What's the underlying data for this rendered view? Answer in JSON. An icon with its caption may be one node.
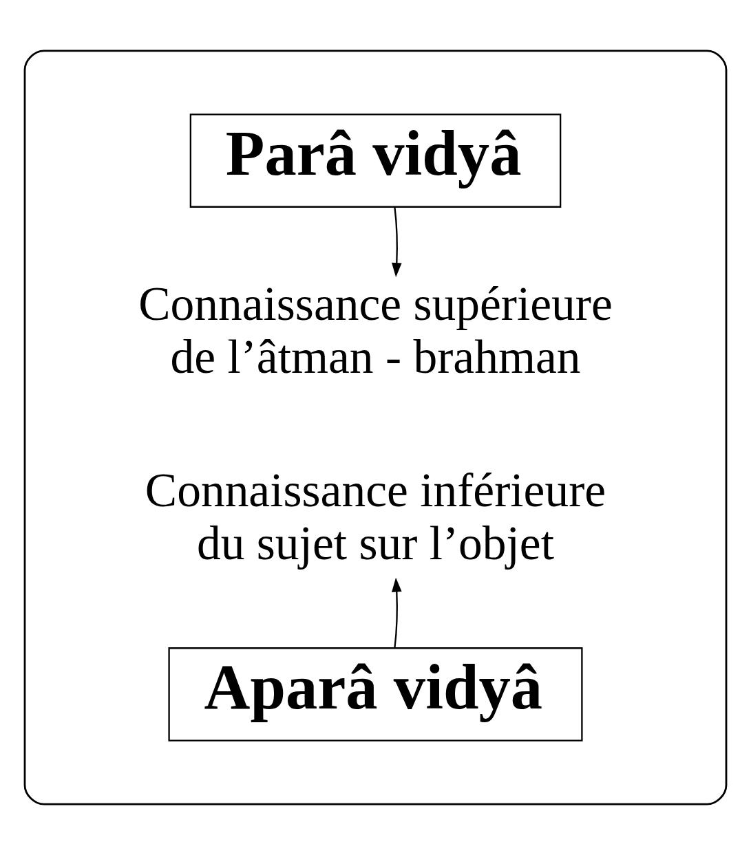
{
  "diagram": {
    "nodes": [
      {
        "text": [],
        "shape": "ellipse"
      },
      {
        "text": [
          "Parâ vidyâ"
        ],
        "in": 0
      },
      {
        "text": [
          "Connaissance supérieure de l’âtman - brahman"
        ],
        "in": 0
      },
      {
        "text": [
          "Connaissance inférieure du sujet sur l’objet"
        ],
        "in": 0
      },
      {
        "text": [
          "Aparâ vidyâ"
        ],
        "in": 0
      }
    ],
    "edges": [
      {
        "from": 1,
        "to": 2,
        "arrow": "to"
      },
      {
        "from": 4,
        "to": 3,
        "arrow": "to"
      }
    ]
  }
}
